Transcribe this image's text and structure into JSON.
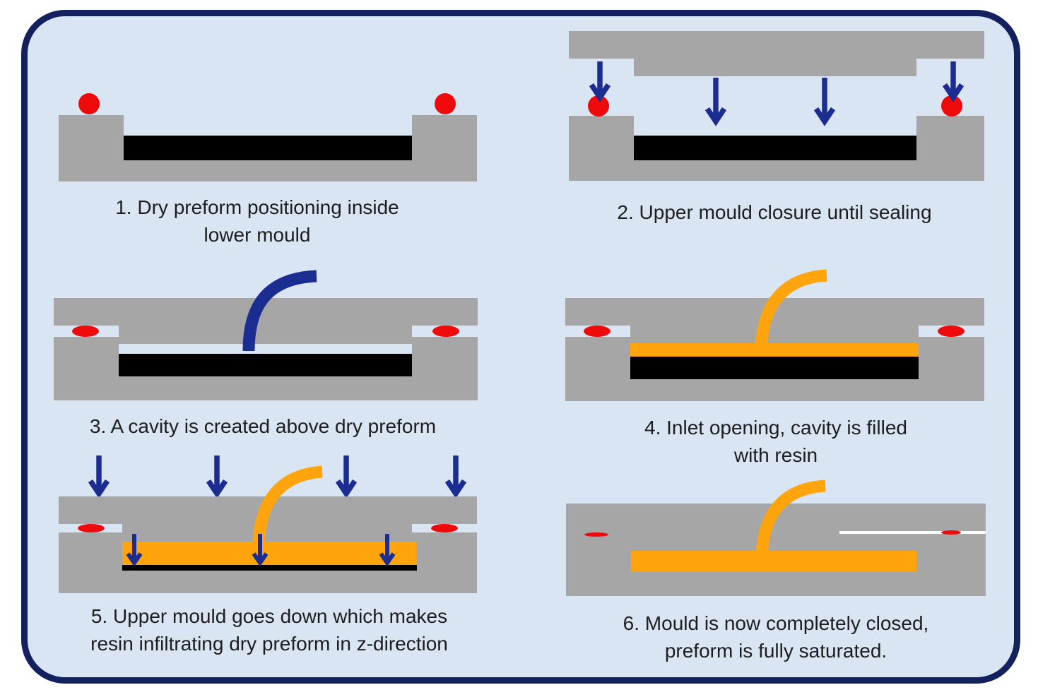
{
  "diagram": {
    "subject": "compression-resin-transfer-moulding-process",
    "steps": [
      {
        "num": "1",
        "lines": [
          "1. Dry preform positioning inside",
          "lower mould"
        ]
      },
      {
        "num": "2",
        "lines": [
          "2. Upper mould closure until sealing"
        ]
      },
      {
        "num": "3",
        "lines": [
          "3. A cavity is created above dry preform"
        ]
      },
      {
        "num": "4",
        "lines": [
          "4. Inlet opening, cavity is filled",
          "with resin"
        ]
      },
      {
        "num": "5",
        "lines": [
          "5. Upper mould goes down which makes",
          "resin infiltrating dry preform in z-direction"
        ]
      },
      {
        "num": "6",
        "lines": [
          "6. Mould is now completely closed,",
          "preform is fully saturated."
        ]
      }
    ]
  },
  "colors": {
    "background": "#ffffff",
    "panel_fill": "#dae5f4",
    "panel_border": "#14215f",
    "mould": "#a6a6a6",
    "preform": "#000000",
    "seal": "#ee0a0a",
    "arrow": "#1c2d91",
    "resin": "#ffa40d",
    "gap_line": "#fdfdfd",
    "caption_text": "#1d1d1d"
  }
}
